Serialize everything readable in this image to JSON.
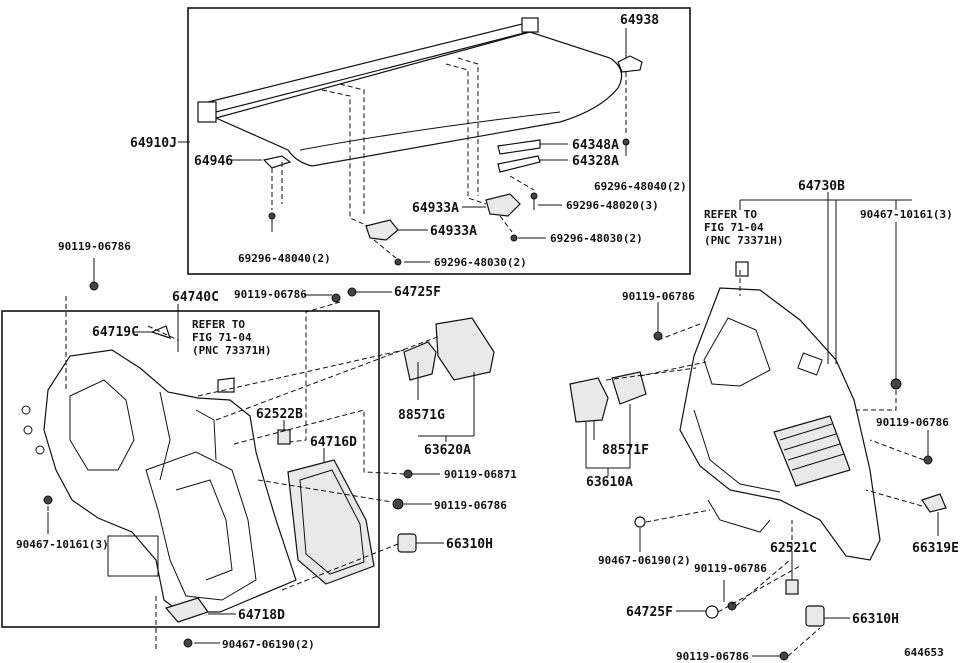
{
  "diagram": {
    "code": "644653",
    "labels": {
      "p64938": "64938",
      "p64910J": "64910J",
      "p64946": "64946",
      "p64348A": "64348A",
      "p64328A": "64328A",
      "p69296_48040_r": "69296-48040(2)",
      "p64933A_1": "64933A",
      "p69296_48020": "69296-48020(3)",
      "p64933A_2": "64933A",
      "p69296_48030_r": "69296-48030(2)",
      "p69296_48040_l": "69296-48040(2)",
      "p69296_48030_l": "69296-48030(2)",
      "p90119_06786_tl": "90119-06786",
      "p64740C": "64740C",
      "p90119_06786_tc": "90119-06786",
      "p64725F_t": "64725F",
      "p64719C": "64719C",
      "p62522B": "62522B",
      "p64716D": "64716D",
      "p88571G": "88571G",
      "p63620A": "63620A",
      "p90119_06871": "90119-06871",
      "p90119_06786_m": "90119-06786",
      "p66310H_l": "66310H",
      "p90467_10161_l": "90467-10161(3)",
      "p64718D": "64718D",
      "p90467_06190_l": "90467-06190(2)",
      "p88571F": "88571F",
      "p63610A": "63610A",
      "p64730B": "64730B",
      "p90467_10161_r": "90467-10161(3)",
      "p90119_06786_r1": "90119-06786",
      "p90119_06786_r2": "90119-06786",
      "p66319E": "66319E",
      "p90467_06190_r": "90467-06190(2)",
      "p62521C": "62521C",
      "p90119_06786_r3": "90119-06786",
      "p64725F_b": "64725F",
      "p90119_06786_r4": "90119-06786",
      "p66310H_r": "66310H"
    },
    "refs": {
      "left": [
        "REFER TO",
        "FIG 71-04",
        "(PNC 73371H)"
      ],
      "right": [
        "REFER TO",
        "FIG 71-04",
        "(PNC 73371H)"
      ]
    }
  }
}
